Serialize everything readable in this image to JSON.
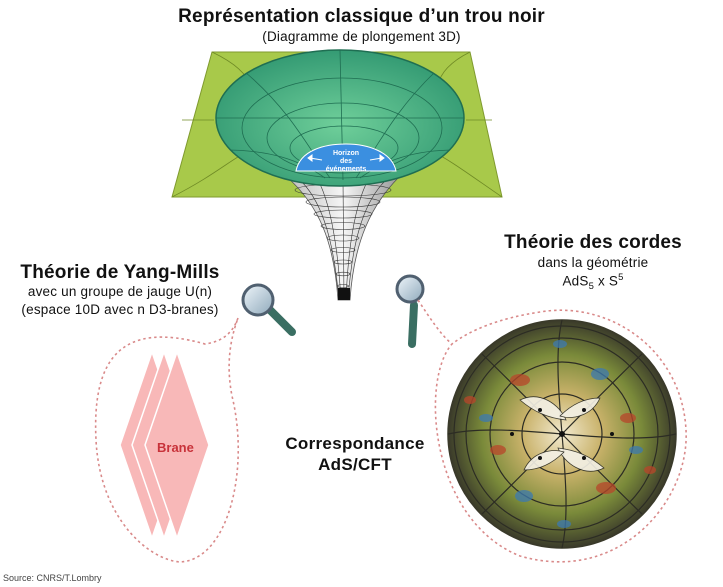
{
  "main_title": "Représentation classique d’un trou noir",
  "main_subtitle": "(Diagramme de plongement 3D)",
  "horizon_label": [
    "Horizon",
    "des",
    "événements"
  ],
  "left": {
    "title": "Théorie de Yang-Mills",
    "line1": "avec un groupe de jauge U(n)",
    "line2": "(espace 10D avec n D3-branes)"
  },
  "right": {
    "title": "Théorie des cordes",
    "line1": "dans la géométrie",
    "geometry": {
      "a": "AdS",
      "a_sub": "5",
      "x": " x ",
      "b": "S",
      "b_sup": "5"
    }
  },
  "brane_label": "Brane",
  "correspondence": [
    "Correspondance",
    "AdS/CFT"
  ],
  "source": "Source: CNRS/T.Lombry",
  "colors": {
    "plane": "#a8c94a",
    "plane_border": "#7f9a2e",
    "disk": "#3aa57d",
    "horizon": "#3b8fe0",
    "brane_fill": "#f8b8b8",
    "dots": "#d98a8a"
  },
  "icons": [
    "magnifier-icon",
    "magnifier-icon"
  ]
}
